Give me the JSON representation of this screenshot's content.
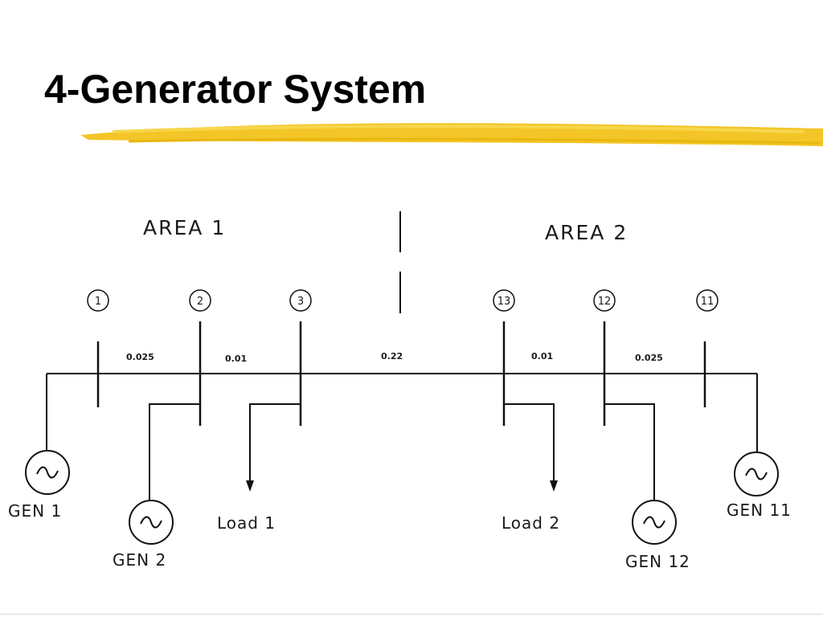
{
  "slide": {
    "title": "4-Generator System"
  },
  "diagram": {
    "areas": [
      "AREA 1",
      "AREA 2"
    ],
    "buses": [
      "1",
      "2",
      "3",
      "13",
      "12",
      "11"
    ],
    "line_impedances": [
      "0.025",
      "0.01",
      "0.22",
      "0.01",
      "0.025"
    ],
    "generators": [
      "GEN 1",
      "GEN 2",
      "GEN 12",
      "GEN 11"
    ],
    "loads": [
      "Load 1",
      "Load 2"
    ]
  },
  "colors": {
    "accent_bar": "#f2c21b",
    "line": "#111111",
    "text": "#000000"
  }
}
